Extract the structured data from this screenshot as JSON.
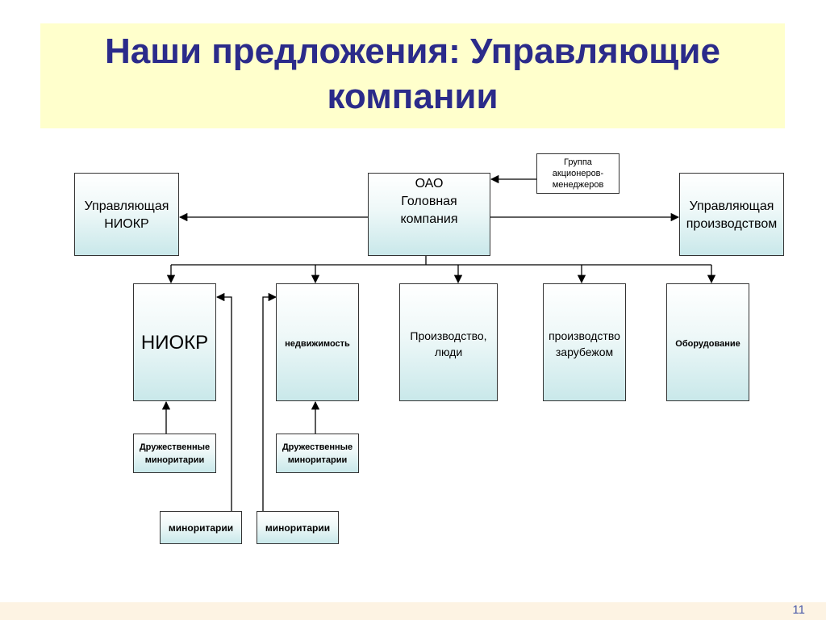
{
  "title": "Наши предложения: Управляющие\nкомпании",
  "boxes": {
    "group": "Группа\nакционеров-\nменеджеров",
    "head": "ОАО\nГоловная\nкомпания",
    "mgmt_rnd": "Управляющая\nНИОКР",
    "mgmt_prod": "Управляющая\nпроизводством",
    "rnd": "НИОКР",
    "realty": "недвижимость",
    "production_people": "Производство,\nлюди",
    "production_abroad": "производство\nзарубежом",
    "equipment": "Оборудование",
    "friendly_1": "Дружественные\nминоритарии",
    "friendly_2": "Дружественные\nминоритарии",
    "minority_1": "миноритарии",
    "minority_2": "миноритарии"
  },
  "page_number": "11",
  "colors": {
    "title": "#2b2b8a",
    "title_band": "#ffffcc",
    "box_gradient_end": "#c9e8ea",
    "footer": "#fdf3e3"
  }
}
